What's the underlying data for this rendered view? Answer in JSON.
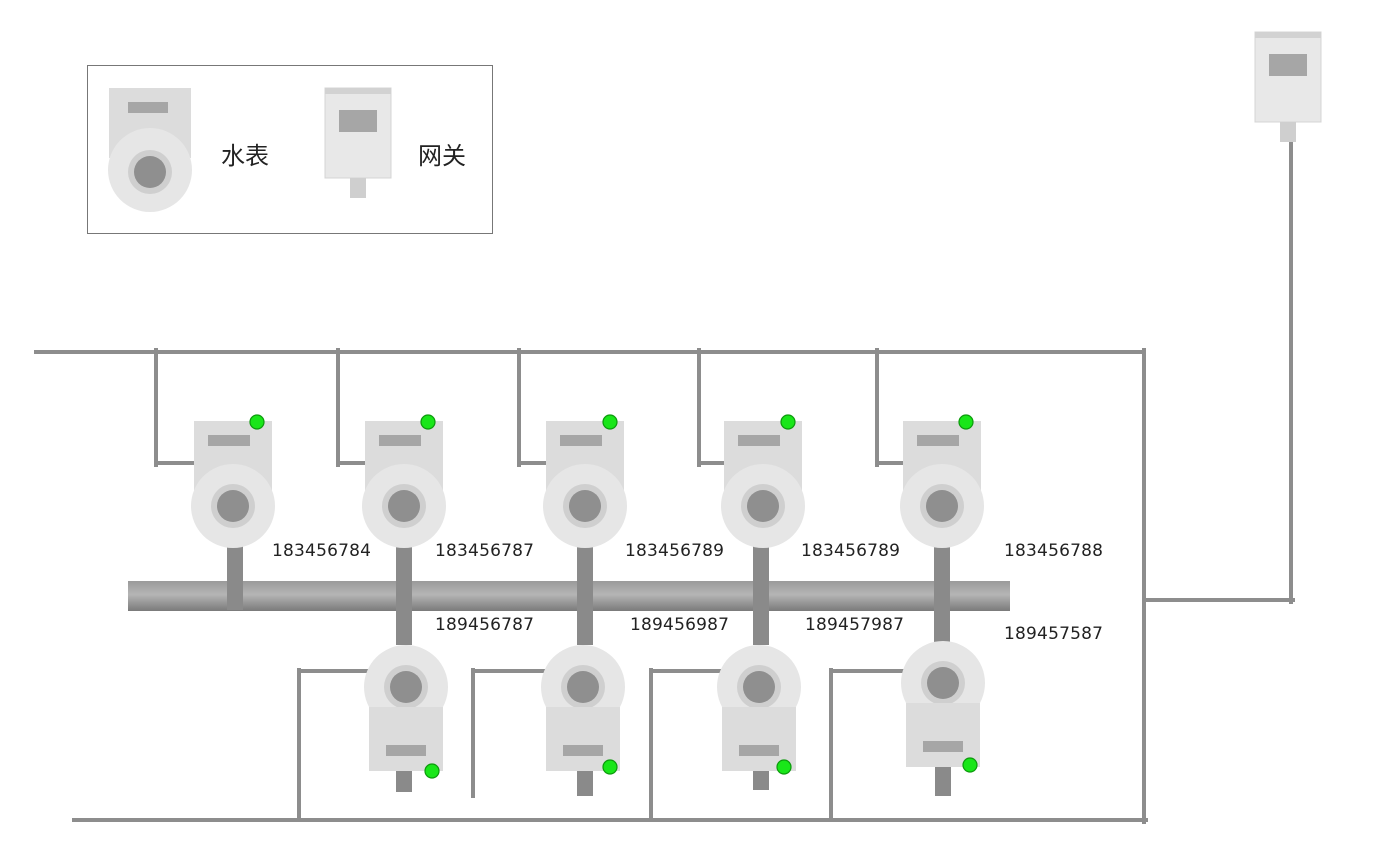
{
  "legend": {
    "meter_label": "水表",
    "gateway_label": "网关"
  },
  "colors": {
    "pipe": "#8d8d8d",
    "main_pipe_dark": "#7b7b7b",
    "main_pipe_light": "#a9a9a9",
    "meter_body": "#e6e6e6",
    "meter_display": "#c9c9c9",
    "meter_screen": "#a6a6a6",
    "meter_dial": "#8f8f8f",
    "status_led": "#19e619"
  },
  "upper_meters": [
    {
      "id": "183456784",
      "status": "online"
    },
    {
      "id": "183456787",
      "status": "online"
    },
    {
      "id": "183456789",
      "status": "online"
    },
    {
      "id": "183456789",
      "status": "online"
    },
    {
      "id": "183456788",
      "status": "online"
    }
  ],
  "lower_meters": [
    {
      "id": "189456787",
      "status": "online"
    },
    {
      "id": "189456987",
      "status": "online"
    },
    {
      "id": "189457987",
      "status": "online"
    },
    {
      "id": "189457587",
      "status": "online"
    }
  ]
}
